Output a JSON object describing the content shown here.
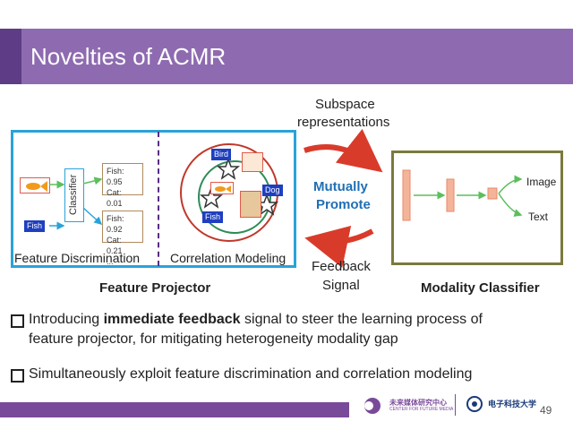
{
  "slide": {
    "title": "Novelties of ACMR",
    "page_number": "49"
  },
  "diagram": {
    "subspace_label": "Subspace representations",
    "subspace_line1": "Subspace",
    "subspace_line2": "representations",
    "feedback_line1": "Feedback",
    "feedback_line2": "Signal",
    "mutual_line1": "Mutually",
    "mutual_line2": "Promote",
    "feature_projector": "Feature Projector",
    "modality_classifier": "Modality Classifier",
    "feature_discrimination": "Feature Discrimination",
    "correlation_modeling": "Correlation Modeling",
    "classifier": "Classifier",
    "fish_chip": "Fish",
    "scores_top": [
      "Fish: 0.95",
      "Cat: 0.01",
      "..."
    ],
    "scores_bottom": [
      "Fish: 0.92",
      "Cat: 0.21",
      "..."
    ],
    "chips": {
      "bird": "Bird",
      "dog": "Dog",
      "fish": "Fish"
    },
    "out_image": "Image",
    "out_text": "Text"
  },
  "bullets": [
    {
      "pre": "Introducing ",
      "bold": "immediate feedback",
      "post": " signal to steer the learning process of",
      "line2": "feature projector, for mitigating heterogeneity modality gap"
    },
    {
      "text": "Simultaneously exploit feature discrimination and correlation modeling"
    }
  ],
  "footer": {
    "logo1": "未来媒体研究中心",
    "logo1_sub": "CENTER FOR FUTURE MEDIA",
    "logo2": "电子科技大学"
  },
  "colors": {
    "header": "#8e6bb0",
    "accent": "#5f3d86",
    "projector_border": "#29a3da",
    "classifier_border": "#7b7a3e",
    "arrows": "#d93b2b",
    "mutual_text": "#1f6fb5"
  }
}
